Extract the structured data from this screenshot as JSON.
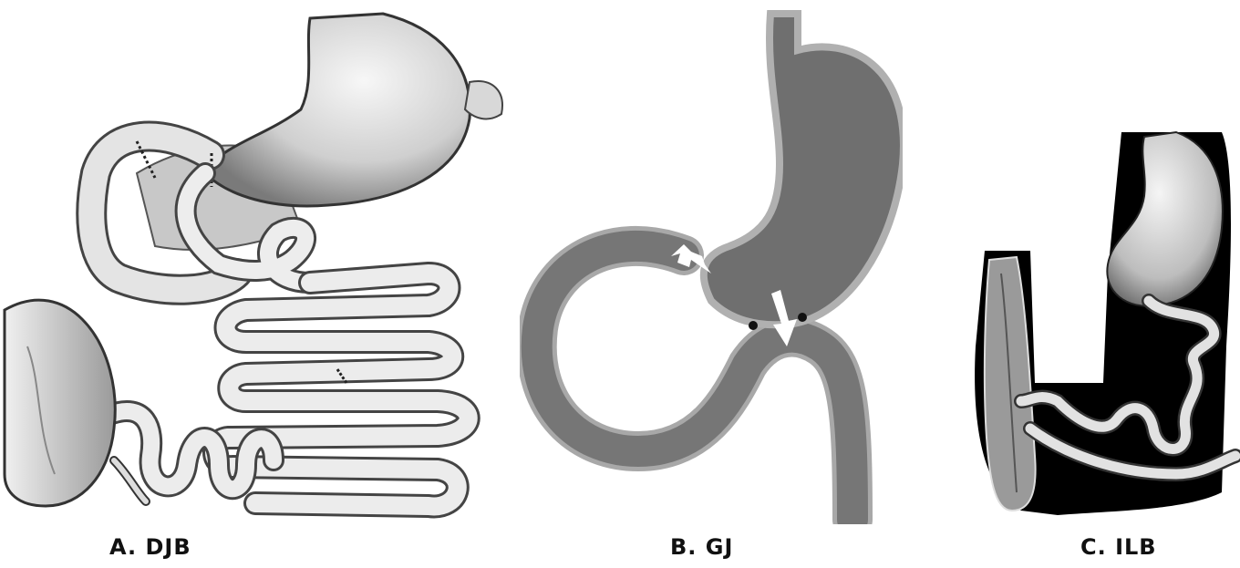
{
  "figure": {
    "panels": [
      {
        "id": "a",
        "caption": "A. DJB"
      },
      {
        "id": "b",
        "caption": "B. GJ"
      },
      {
        "id": "c",
        "caption": "C. ILB"
      }
    ]
  },
  "colors": {
    "panel_b_organ": "#707070",
    "panel_b_outline": "#a8a8a8",
    "panel_c_background": "#000000",
    "drawing_fill": "#e6e6e6",
    "drawing_stroke": "#333333"
  }
}
